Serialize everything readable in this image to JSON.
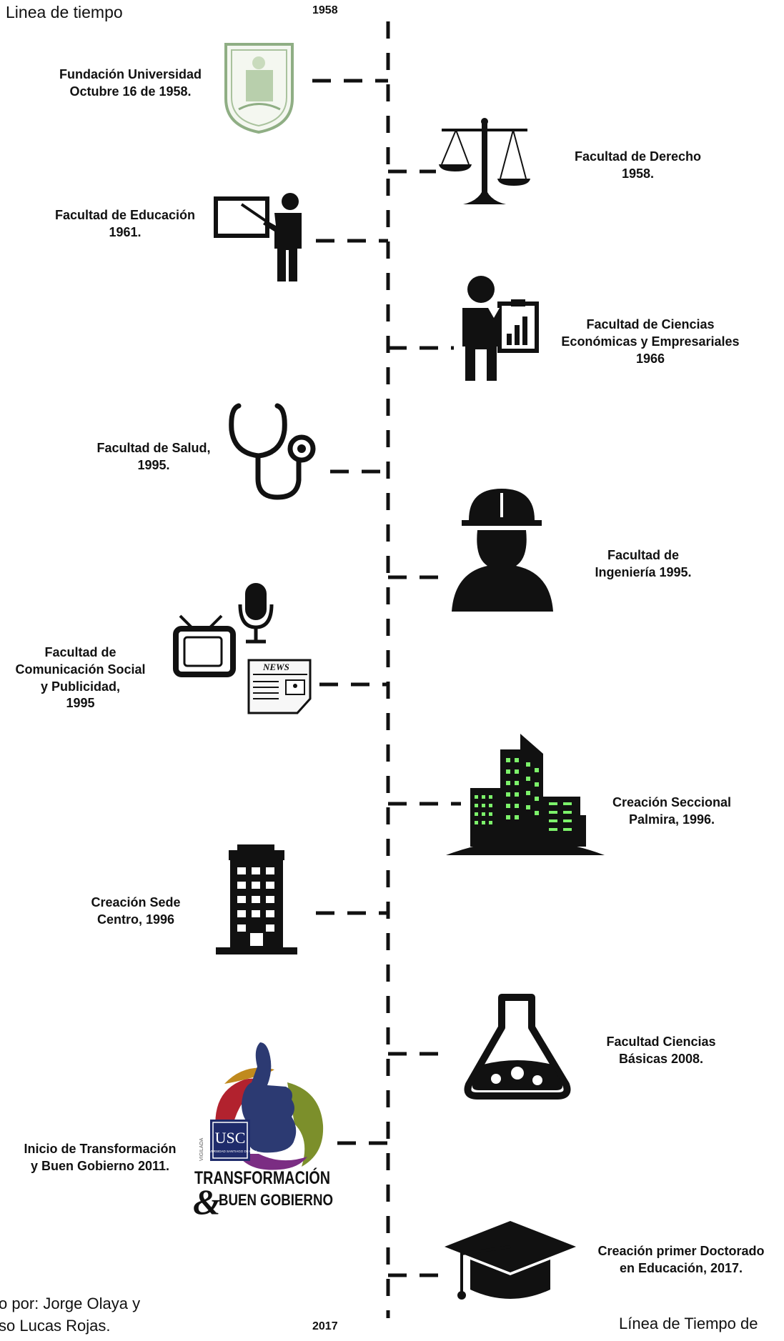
{
  "title": "Linea de tiempo",
  "start_year": "1958",
  "end_year": "2017",
  "events": [
    {
      "text": "Fundación Universidad\nOctubre 16 de 1958.",
      "side": "left",
      "icon": "university-seal-icon"
    },
    {
      "text": "Facultad de Derecho\n1958.",
      "side": "right",
      "icon": "scales-of-justice-icon"
    },
    {
      "text": "Facultad de Educación\n1961.",
      "side": "left",
      "icon": "teacher-at-board-icon"
    },
    {
      "text": "Facultad de Ciencias\nEconómicas y Empresariales\n1966",
      "side": "right",
      "icon": "businessman-chart-icon"
    },
    {
      "text": "Facultad de Salud,\n1995.",
      "side": "left",
      "icon": "stethoscope-icon"
    },
    {
      "text": "Facultad de\nIngeniería  1995.",
      "side": "right",
      "icon": "engineer-helmet-icon"
    },
    {
      "text": "Facultad de\nComunicación Social\ny Publicidad,\n1995",
      "side": "left",
      "icon": "media-tv-mic-news-icon"
    },
    {
      "text": "Creación Seccional\nPalmira, 1996.",
      "side": "right",
      "icon": "city-buildings-icon"
    },
    {
      "text": "Creación Sede\nCentro, 1996",
      "side": "left",
      "icon": "office-building-icon"
    },
    {
      "text": "Facultad Ciencias\nBásicas  2008.",
      "side": "right",
      "icon": "lab-flask-icon"
    },
    {
      "text": "Inicio de Transformación\ny Buen Gobierno 2011.",
      "side": "left",
      "icon": "usc-transformation-logo-icon"
    },
    {
      "text": "Creación primer Doctorado\nen Educación, 2017.",
      "side": "right",
      "icon": "graduation-cap-icon"
    }
  ],
  "logo": {
    "usc": "USC",
    "usc_sub": "UNIVERSIDAD SANTIAGO DE CALI",
    "vigilada": "VIGILADA",
    "line1": "TRANSFORMACIÓN",
    "line2": "BUEN GOBIERNO",
    "amp": "&"
  },
  "news_label": "NEWS",
  "footer_left_1": "o por:  Jorge Olaya y",
  "footer_left_2": "so Lucas Rojas.",
  "footer_right": "Línea de Tiempo de",
  "colors": {
    "line": "#111111",
    "seal": "#8fae84",
    "city_windows": "#7cf26a",
    "logo_navy": "#1f2b6b",
    "logo_green": "#7c8f2b",
    "logo_purple": "#7b2d83",
    "logo_red": "#b2222e"
  }
}
